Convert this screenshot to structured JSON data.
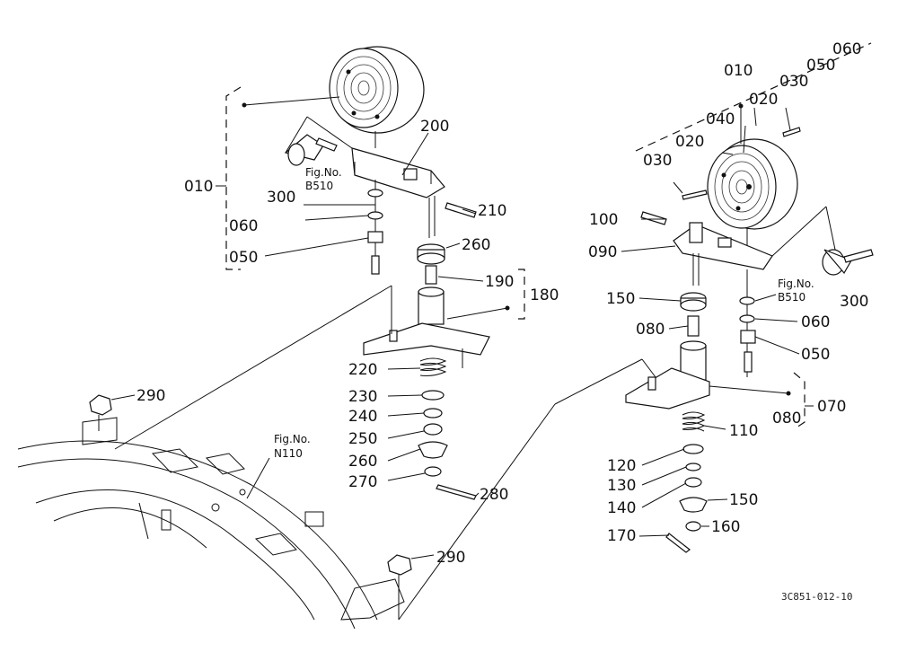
{
  "labels": {
    "l010": "010",
    "l300": "300",
    "l060": "060",
    "l050": "050",
    "l200": "200",
    "l210": "210",
    "l260": "260",
    "l190": "190",
    "l180": "180",
    "l220": "220",
    "l230": "230",
    "l240": "240",
    "l250": "250",
    "l260b": "260",
    "l270": "270",
    "l280": "280",
    "l290": "290",
    "l290b": "290",
    "r060": "060",
    "r050": "050",
    "r010": "010",
    "r030": "030",
    "r020": "020",
    "r040": "040",
    "r020b": "020",
    "r030b": "030",
    "r100": "100",
    "r090": "090",
    "r150": "150",
    "r080": "080",
    "r300": "300",
    "r060b": "060",
    "r050b": "050",
    "r070": "070",
    "r080b": "080",
    "r110": "110",
    "r120": "120",
    "r130": "130",
    "r140": "140",
    "r150b": "150",
    "r160": "160",
    "r170": "170"
  },
  "fig_refs": {
    "left_b510_a": "Fig.No.",
    "left_b510_b": "B510",
    "right_b510_a": "Fig.No.",
    "right_b510_b": "B510",
    "n110_a": "Fig.No.",
    "n110_b": "N110"
  },
  "drawing_code": "3C851-012-10"
}
